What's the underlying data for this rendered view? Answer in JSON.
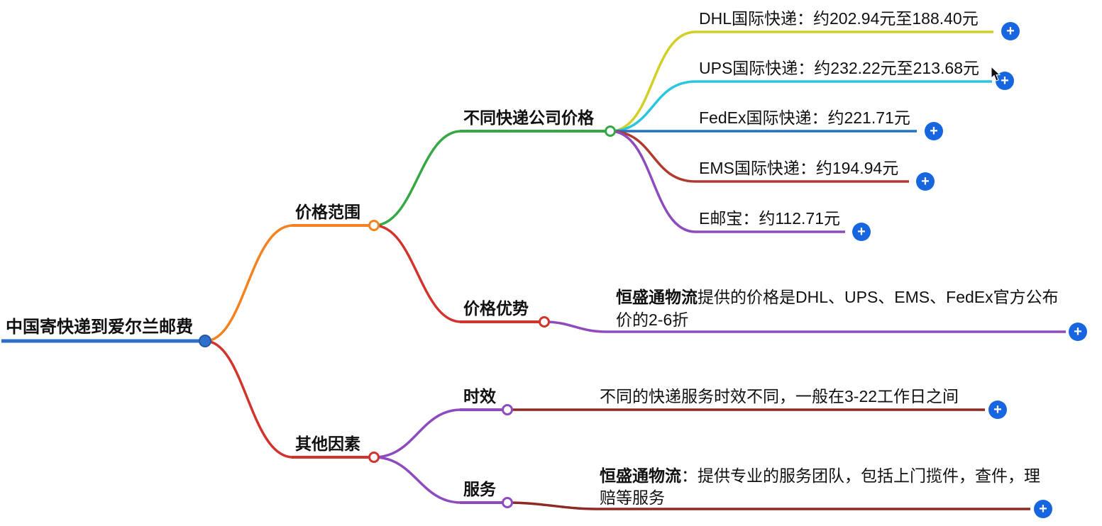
{
  "title": "中国寄快递到爱尔兰邮费 思维导图",
  "colors": {
    "root_blue": "#2e6fc9",
    "orange": "#f58220",
    "red": "#d0342c",
    "green": "#35a845",
    "yellow": "#d2cf25",
    "cyan": "#2bc6de",
    "blue": "#2470c2",
    "brick_red": "#b03a2e",
    "maroon": "#8e2a25",
    "purple": "#8e4bbd",
    "plus_blue": "#1766e0"
  },
  "root": {
    "label": "中国寄快递到爱尔兰邮费"
  },
  "branches": {
    "price_range": {
      "label": "价格范围"
    },
    "other_factors": {
      "label": "其他因素"
    },
    "company_prices": {
      "label": "不同快递公司价格"
    },
    "price_advantage": {
      "label": "价格优势"
    },
    "timeliness": {
      "label": "时效"
    },
    "service": {
      "label": "服务"
    }
  },
  "leaves": {
    "dhl": {
      "text": "DHL国际快递：约202.94元至188.40元"
    },
    "ups": {
      "text": "UPS国际快递：约232.22元至213.68元"
    },
    "fedex": {
      "text": "FedEx国际快递：约221.71元"
    },
    "ems": {
      "text": "EMS国际快递：约194.94元"
    },
    "eyoubao": {
      "text": "E邮宝：约112.71元"
    },
    "advantage": {
      "bold": "恒盛通物流",
      "rest": "提供的价格是DHL、UPS、EMS、FedEx官方公布价的2-6折"
    },
    "time": {
      "text": "不同的快递服务时效不同，一般在3-22工作日之间"
    },
    "service": {
      "bold": "恒盛通物流",
      "rest": "：提供专业的服务团队，包括上门揽件，查件，理赔等服务"
    }
  },
  "ui": {
    "plus": "+"
  }
}
